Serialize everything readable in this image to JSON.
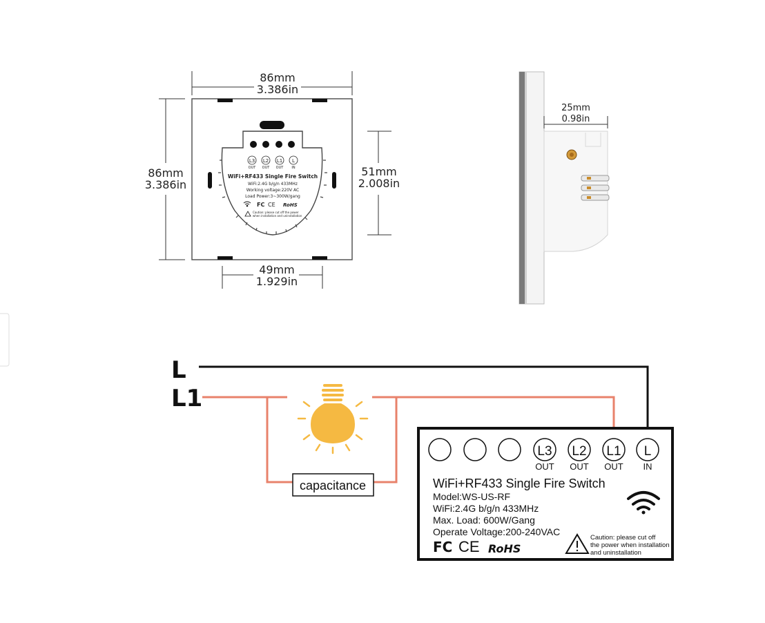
{
  "front_view": {
    "width_mm": "86mm",
    "width_in": "3.386in",
    "height_mm": "86mm",
    "height_in": "3.386in",
    "box_height_mm": "51mm",
    "box_height_in": "2.008in",
    "box_width_mm": "49mm",
    "box_width_in": "1.929in",
    "terminals": [
      {
        "name": "L3",
        "sub": "OUT"
      },
      {
        "name": "L2",
        "sub": "OUT"
      },
      {
        "name": "L1",
        "sub": "OUT"
      },
      {
        "name": "L",
        "sub": "IN"
      }
    ],
    "label_title": "WiFi+RF433 Single Fire Switch",
    "label_line1": "WiFi:2.4G b/g/n 433MHz",
    "label_line2": "Working voltage:220V AC",
    "label_line3": "Load Power:3~300W/gang",
    "cert_fc": "FC",
    "cert_ce": "CE",
    "cert_rohs": "RoHS",
    "caution": "Caution: please cut off the power",
    "caution2": "when installation and uninstallation"
  },
  "side_view": {
    "depth_mm": "25mm",
    "depth_in": "0.98in"
  },
  "wiring": {
    "line_L": "L",
    "line_L1": "L1",
    "capacitance": "capacitance",
    "colors": {
      "live": "#111111",
      "load": "#e8826b",
      "bulb": "#f5b942"
    }
  },
  "module_label": {
    "terminals": [
      {
        "name": "L3",
        "sub": "OUT"
      },
      {
        "name": "L2",
        "sub": "OUT"
      },
      {
        "name": "L1",
        "sub": "OUT"
      },
      {
        "name": "L",
        "sub": "IN"
      }
    ],
    "title": "WiFi+RF433 Single Fire Switch",
    "model": "Model:WS-US-RF",
    "wifi": "WiFi:2.4G b/g/n 433MHz",
    "max_load": "Max. Load: 600W/Gang",
    "voltage": "Operate Voltage:200-240VAC",
    "caution_1": "Caution: please cut off",
    "caution_2": "the power when installation",
    "caution_3": "and uninstallation",
    "cert_fc": "FC",
    "cert_ce": "CE",
    "cert_rohs": "RoHS"
  }
}
